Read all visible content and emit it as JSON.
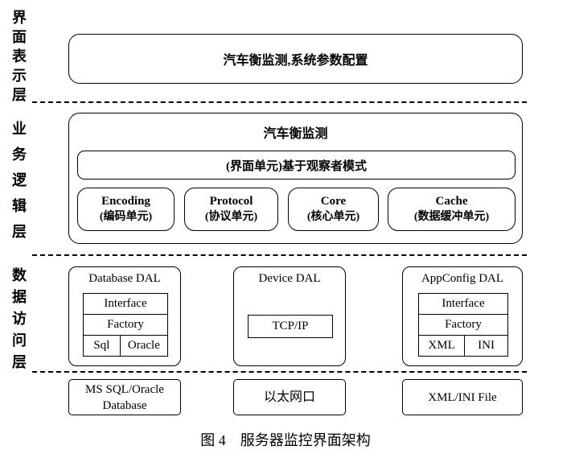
{
  "side_labels": {
    "presentation": "界面表示层",
    "business": "业务逻辑层",
    "data_access": "数据访问层"
  },
  "presentation_layer": {
    "label": "汽车衡监测,系统参数配置"
  },
  "business_layer": {
    "title": "汽车衡监测",
    "observer": "(界面单元)基于观察者模式",
    "units": [
      {
        "name": "Encoding",
        "sub": "(编码单元)"
      },
      {
        "name": "Protocol",
        "sub": "(协议单元)"
      },
      {
        "name": "Core",
        "sub": "(核心单元)"
      },
      {
        "name": "Cache",
        "sub": "(数据缓冲单元)"
      }
    ]
  },
  "data_access_layer": {
    "database_dal": {
      "title": "Database DAL",
      "rows": [
        "Interface",
        "Factory"
      ],
      "split": [
        "Sql",
        "Oracle"
      ]
    },
    "device_dal": {
      "title": "Device DAL",
      "inner": "TCP/IP"
    },
    "appconfig_dal": {
      "title": "AppConfig DAL",
      "rows": [
        "Interface",
        "Factory"
      ],
      "split": [
        "XML",
        "INI"
      ]
    }
  },
  "resource_row": [
    "MS SQL/Oracle\nDatabase",
    "以太网口",
    "XML/INI File"
  ],
  "caption": "图 4　服务器监控界面架构",
  "colors": {
    "line": "#000000",
    "background": "#ffffff"
  }
}
